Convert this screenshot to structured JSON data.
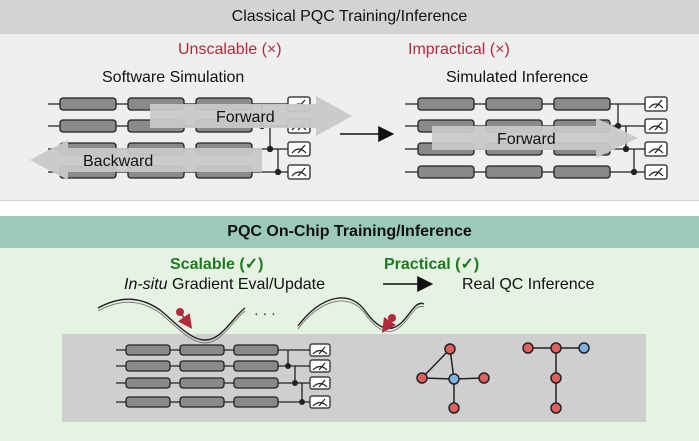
{
  "top_panel": {
    "title": "Classical PQC Training/Inference",
    "left_status": "Unscalable (×)",
    "right_status": "Impractical (×)",
    "left_caption": "Software Simulation",
    "right_caption": "Simulated Inference",
    "forward_label": "Forward",
    "backward_label": "Backward",
    "forward_label_right": "Forward"
  },
  "bottom_panel": {
    "title": "PQC On-Chip Training/Inference",
    "left_status": "Scalable (✓)",
    "right_status": "Practical (✓)",
    "left_caption_italic": "In-situ",
    "left_caption_rest": " Gradient Eval/Update",
    "right_caption": "Real QC Inference",
    "ellipsis": "· · ·"
  },
  "colors": {
    "top_bg": "#efefef",
    "top_header": "#d3d3d3",
    "bottom_bg": "#e6f2e3",
    "bottom_header": "#9ccab9",
    "chip_bg": "#cfcfcf",
    "gate": "#8a8a8a",
    "qubit_red": "#e06060",
    "qubit_blue": "#7fb2e5",
    "accent_red": "#b22a3a"
  }
}
